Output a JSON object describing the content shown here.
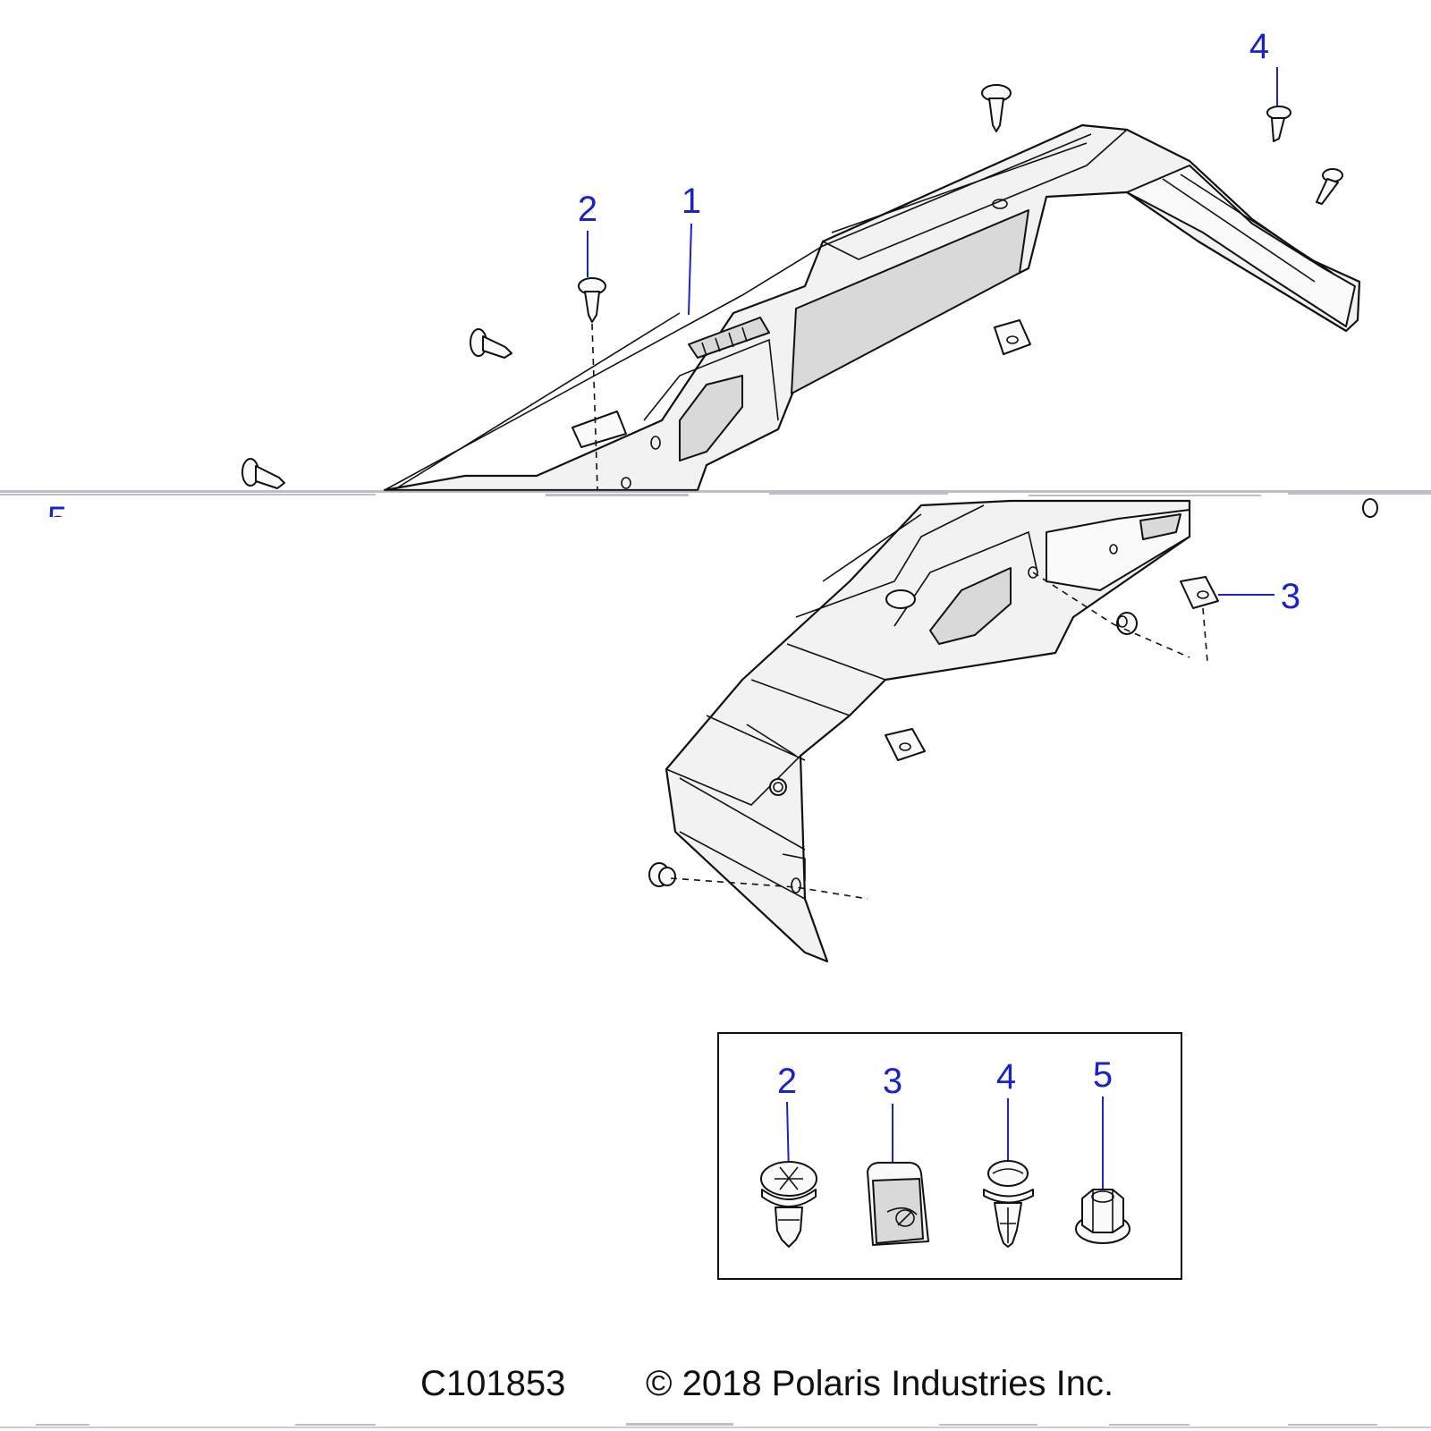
{
  "callouts": {
    "main_item1": "1",
    "main_item2": "2",
    "main_item3": "3",
    "main_item4": "4",
    "main_item5_partial": "5"
  },
  "legend": {
    "items": [
      {
        "number": "2",
        "icon": "screw-icon"
      },
      {
        "number": "3",
        "icon": "clip-icon"
      },
      {
        "number": "4",
        "icon": "push-rivet-icon"
      },
      {
        "number": "5",
        "icon": "flange-nut-icon"
      }
    ]
  },
  "footer": {
    "drawing_number": "C101853",
    "copyright": "© 2018 Polaris Industries Inc."
  },
  "colors": {
    "callout": "#1a23c8",
    "line": "#111111",
    "part_fill": "#f2f2f2"
  }
}
